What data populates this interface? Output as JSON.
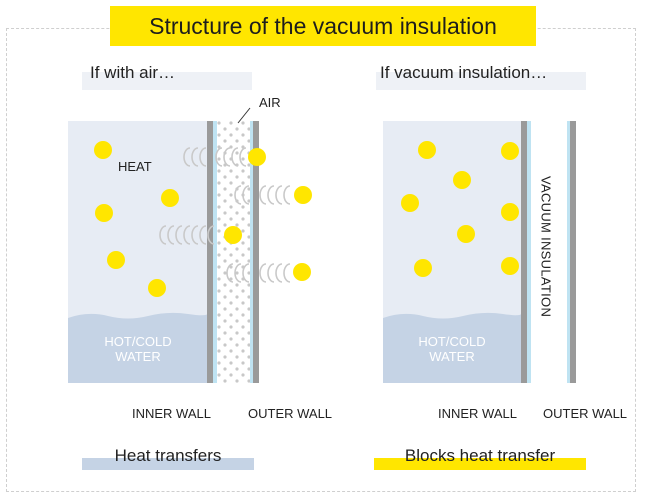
{
  "title": "Structure of the vacuum insulation",
  "left_panel": {
    "heading": "If with air…",
    "heat_label": "HEAT",
    "air_label": "AIR",
    "water_label_1": "HOT/COLD",
    "water_label_2": "WATER",
    "inner_wall_label": "INNER WALL",
    "outer_wall_label": "OUTER WALL",
    "caption": "Heat transfers"
  },
  "right_panel": {
    "heading": "If vacuum insulation…",
    "vacuum_label": "VACUUM INSULATION",
    "water_label_1": "HOT/COLD",
    "water_label_2": "WATER",
    "inner_wall_label": "INNER WALL",
    "outer_wall_label": "OUTER WALL",
    "caption": "Blocks heat transfer"
  },
  "colors": {
    "title_bg": "#ffe600",
    "heat_dot": "#ffe600",
    "container": "#e7ecf4",
    "water": "#c5d3e5",
    "wall": "#9a9a9a",
    "glass": "#bfe3f2",
    "air_dots": "#c8c8c8",
    "caption_left": "#c5d3e5",
    "caption_right": "#ffe600"
  }
}
